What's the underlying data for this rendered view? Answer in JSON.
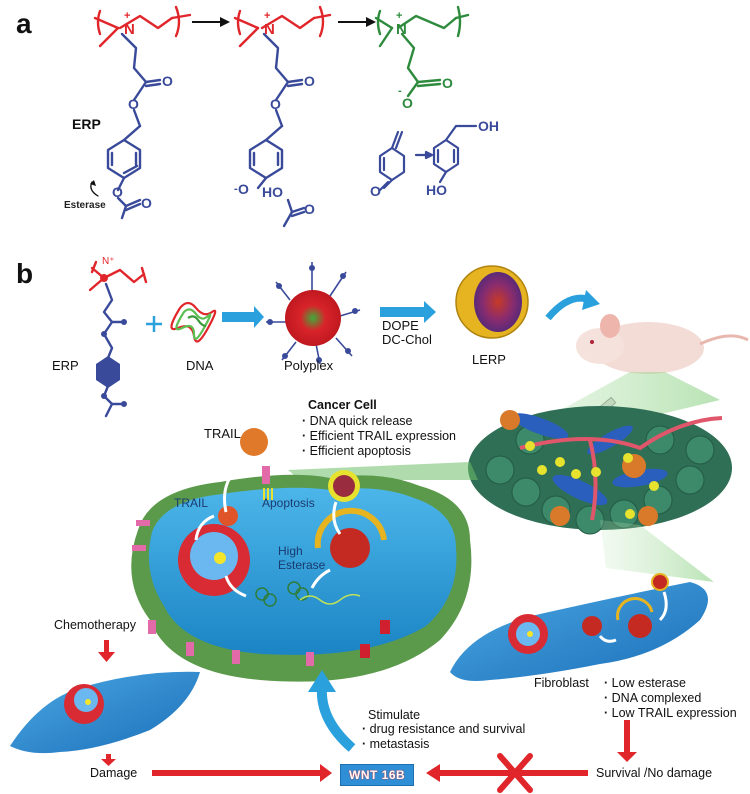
{
  "panels": {
    "a": {
      "label": "a",
      "compound_label": "ERP",
      "enzyme_label": "Esterase",
      "atoms": {
        "n_plus": "N",
        "plus": "+",
        "oxygen": "O",
        "minus": "-",
        "ho": "HO",
        "oh": "OH"
      }
    },
    "b": {
      "label": "b",
      "erp_label": "ERP",
      "n_plus": "N⁺",
      "plus_sign": "+",
      "dna_label": "DNA",
      "polyplex_label": "Polyplex",
      "lipids": [
        "DOPE",
        "DC-Chol"
      ],
      "lerp_label": "LERP",
      "cancer_cell": {
        "title": "Cancer Cell",
        "bullets": [
          "DNA quick release",
          "Efficient TRAIL expression",
          "Efficient apoptosis"
        ],
        "trail_outer": "TRAIL",
        "trail_inner": "TRAIL",
        "apoptosis": "Apoptosis",
        "esterase": [
          "High",
          "Esterase"
        ]
      },
      "chemotherapy": "Chemotherapy",
      "damage": "Damage",
      "wnt": "WNT 16B",
      "stimulate": {
        "title": "Stimulate",
        "bullets": [
          "drug resistance and survival",
          "metastasis"
        ]
      },
      "fibroblast": {
        "label": "Fibroblast",
        "bullets": [
          "Low esterase",
          "DNA complexed",
          "Low TRAIL expression"
        ]
      },
      "survival": "Survival /No damage"
    }
  },
  "colors": {
    "backbone_red": "#e0262b",
    "sidechain_blue": "#3a4a9a",
    "product_green": "#2e8b3e",
    "arrow_blue": "#2aa0dd",
    "arrow_red": "#e0262b",
    "cell_blue": "#3aa5de",
    "cell_green": "#5b9a4a"
  }
}
